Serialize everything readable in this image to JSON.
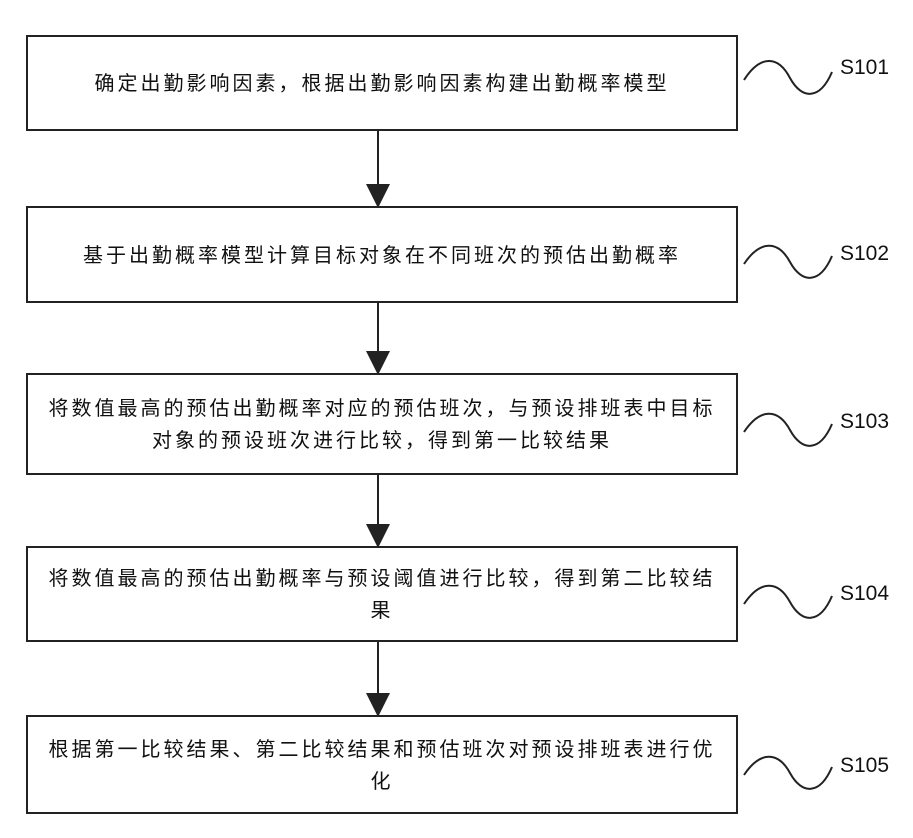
{
  "steps": [
    {
      "text": "确定出勤影响因素，根据出勤影响因素构建出勤概率模型",
      "label": "S101"
    },
    {
      "text": "基于出勤概率模型计算目标对象在不同班次的预估出勤概率",
      "label": "S102"
    },
    {
      "text": "将数值最高的预估出勤概率对应的预估班次，与预设排班表中目标对象的预设班次进行比较，得到第一比较结果",
      "label": "S103"
    },
    {
      "text": "将数值最高的预估出勤概率与预设阈值进行比较，得到第二比较结果",
      "label": "S104"
    },
    {
      "text": "根据第一比较结果、第二比较结果和预估班次对预设排班表进行优化",
      "label": "S105"
    }
  ]
}
